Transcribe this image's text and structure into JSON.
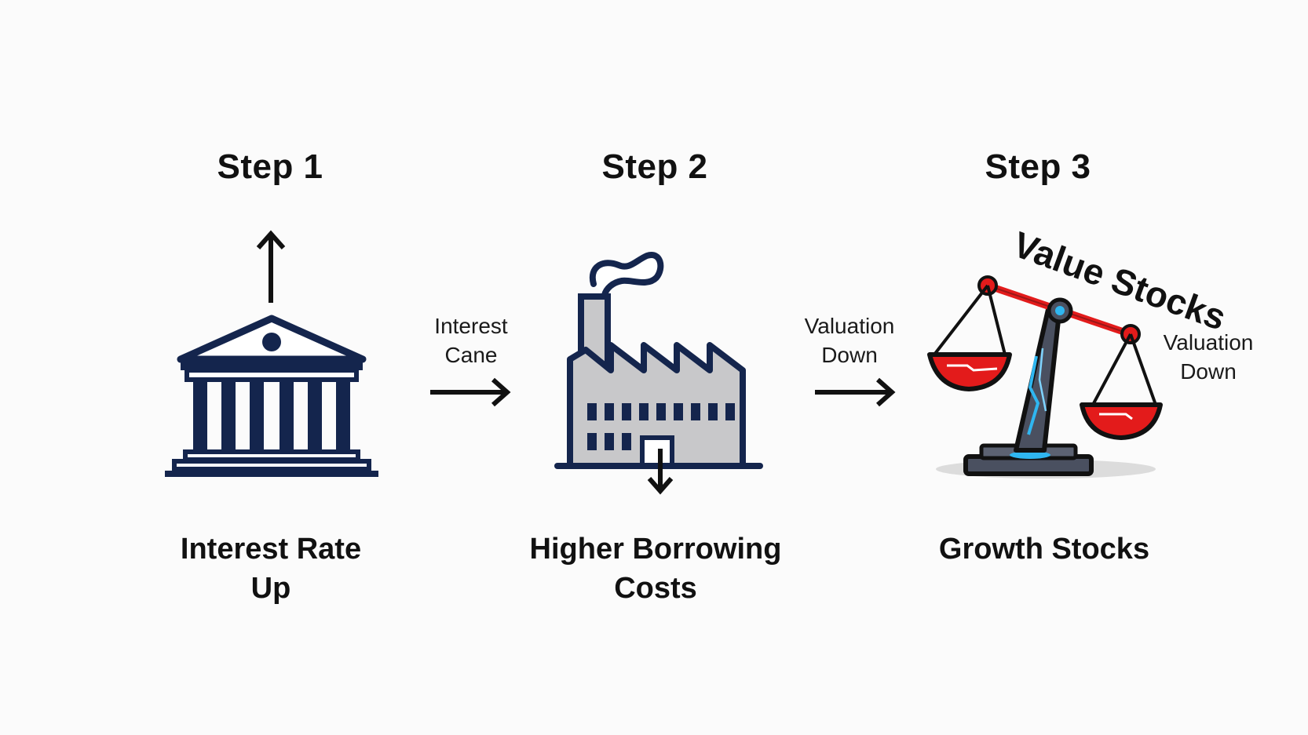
{
  "steps": [
    {
      "title": "Step 1",
      "caption_lines": [
        "Interest Rate",
        "Up"
      ]
    },
    {
      "title": "Step 2",
      "caption_lines": [
        "Higher Borrowing",
        "Costs"
      ]
    },
    {
      "title": "Step 3",
      "caption_lines": [
        "Growth Stocks"
      ]
    }
  ],
  "connectors": [
    {
      "label_lines": [
        "Interest",
        "Cane"
      ]
    },
    {
      "label_lines": [
        "Valuation",
        "Down"
      ]
    }
  ],
  "scale": {
    "heading": "Value Stocks",
    "side_label_lines": [
      "Valuation",
      "Down"
    ]
  },
  "icons": {
    "bank": "bank-icon",
    "factory": "factory-icon",
    "scale": "balance-scale-icon",
    "up_arrow": "arrow-up-icon",
    "down_arrow": "arrow-down-icon",
    "right_arrow": "arrow-right-icon"
  },
  "colors": {
    "bank_navy": "#14254d",
    "factory_gray": "#c8c8ca",
    "scale_red": "#e31b1b",
    "scale_pole": "#4a5060",
    "scale_glow": "#2fb6f0",
    "text": "#111111"
  }
}
